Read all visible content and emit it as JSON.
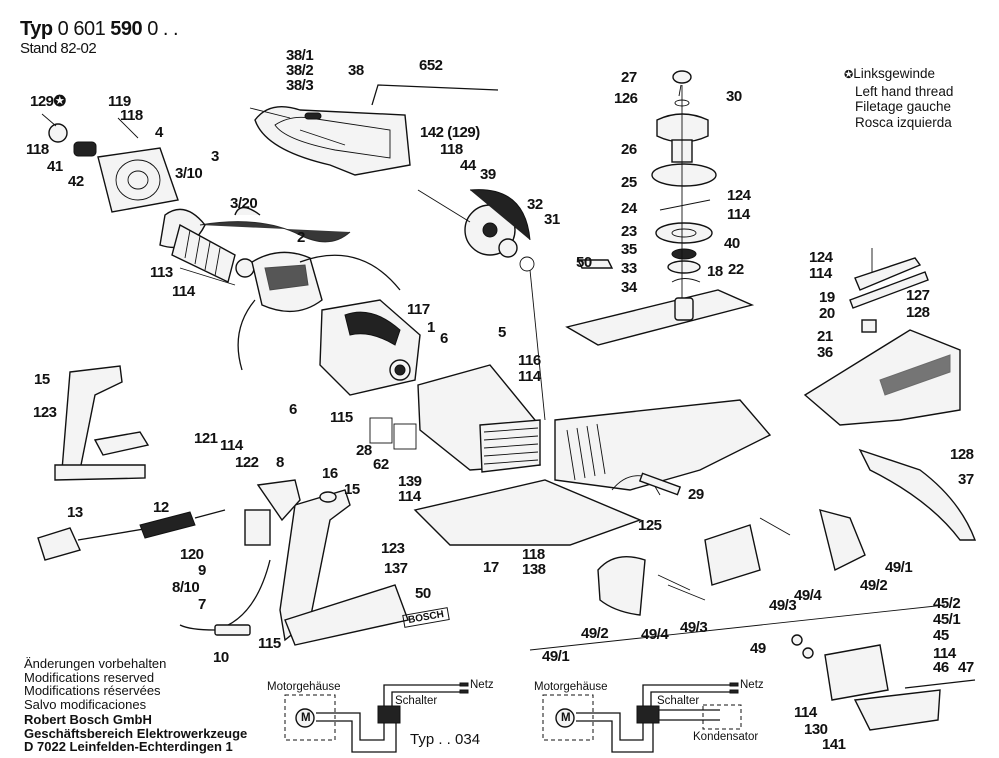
{
  "header": {
    "typ_label": "Typ",
    "typ_number_prefix": "0 601",
    "typ_number_bold": "590",
    "typ_number_suffix": "0 . .",
    "stand": "Stand 82-02"
  },
  "legend": {
    "symbol": "✪",
    "lines": [
      "Linksgewinde",
      "Left hand thread",
      "Filetage gauche",
      "Rosca izquierda"
    ]
  },
  "footer": {
    "disclaimer": [
      "Änderungen vorbehalten",
      "Modifications reserved",
      "Modifications réservées",
      "Salvo modificaciones"
    ],
    "company": [
      "Robert Bosch GmbH",
      "Geschäftsbereich Elektrowerkzeuge",
      "D 7022 Leinfelden-Echterdingen 1"
    ]
  },
  "wiring": [
    {
      "housing": "Motorgehäuse",
      "motor": "M",
      "switch": "Schalter",
      "mains": "Netz",
      "type_label": "Typ . . 034"
    },
    {
      "housing": "Motorgehäuse",
      "motor": "M",
      "switch": "Schalter",
      "mains": "Netz",
      "capacitor": "Kondensator"
    }
  ],
  "nameplate": "BOSCH",
  "parts": [
    {
      "id": "l-129",
      "text": "129✪"
    },
    {
      "id": "l-119",
      "text": "119"
    },
    {
      "id": "l-118a",
      "text": "118"
    },
    {
      "id": "l-4",
      "text": "4"
    },
    {
      "id": "l-118b",
      "text": "118"
    },
    {
      "id": "l-41",
      "text": "41"
    },
    {
      "id": "l-42",
      "text": "42"
    },
    {
      "id": "l-3",
      "text": "3"
    },
    {
      "id": "l-3-10",
      "text": "3/10"
    },
    {
      "id": "l-3-20",
      "text": "3/20"
    },
    {
      "id": "l-2",
      "text": "2"
    },
    {
      "id": "l-113",
      "text": "113"
    },
    {
      "id": "l-114a",
      "text": "114"
    },
    {
      "id": "l-38-1",
      "text": "38/1"
    },
    {
      "id": "l-38-2",
      "text": "38/2"
    },
    {
      "id": "l-38-3",
      "text": "38/3"
    },
    {
      "id": "l-38",
      "text": "38"
    },
    {
      "id": "l-652",
      "text": "652"
    },
    {
      "id": "l-142",
      "text": "142 (129)"
    },
    {
      "id": "l-118c",
      "text": "118"
    },
    {
      "id": "l-44",
      "text": "44"
    },
    {
      "id": "l-39",
      "text": "39"
    },
    {
      "id": "l-32",
      "text": "32"
    },
    {
      "id": "l-31",
      "text": "31"
    },
    {
      "id": "l-27",
      "text": "27"
    },
    {
      "id": "l-126",
      "text": "126"
    },
    {
      "id": "l-30",
      "text": "30"
    },
    {
      "id": "l-26",
      "text": "26"
    },
    {
      "id": "l-25",
      "text": "25"
    },
    {
      "id": "l-24",
      "text": "24"
    },
    {
      "id": "l-124a",
      "text": "124"
    },
    {
      "id": "l-114b",
      "text": "114"
    },
    {
      "id": "l-23",
      "text": "23"
    },
    {
      "id": "l-35",
      "text": "35"
    },
    {
      "id": "l-40",
      "text": "40"
    },
    {
      "id": "l-33",
      "text": "33"
    },
    {
      "id": "l-34",
      "text": "34"
    },
    {
      "id": "l-50a",
      "text": "50"
    },
    {
      "id": "l-18",
      "text": "18"
    },
    {
      "id": "l-22",
      "text": "22"
    },
    {
      "id": "l-124b",
      "text": "124"
    },
    {
      "id": "l-114c",
      "text": "114"
    },
    {
      "id": "l-19",
      "text": "19"
    },
    {
      "id": "l-20",
      "text": "20"
    },
    {
      "id": "l-127",
      "text": "127"
    },
    {
      "id": "l-128a",
      "text": "128"
    },
    {
      "id": "l-21",
      "text": "21"
    },
    {
      "id": "l-36",
      "text": "36"
    },
    {
      "id": "l-128b",
      "text": "128"
    },
    {
      "id": "l-37",
      "text": "37"
    },
    {
      "id": "l-117",
      "text": "117"
    },
    {
      "id": "l-1",
      "text": "1"
    },
    {
      "id": "l-6a",
      "text": "6"
    },
    {
      "id": "l-5",
      "text": "5"
    },
    {
      "id": "l-6b",
      "text": "6"
    },
    {
      "id": "l-115a",
      "text": "115"
    },
    {
      "id": "l-116",
      "text": "116"
    },
    {
      "id": "l-114d",
      "text": "114"
    },
    {
      "id": "l-28",
      "text": "28"
    },
    {
      "id": "l-62",
      "text": "62"
    },
    {
      "id": "l-15a",
      "text": "15"
    },
    {
      "id": "l-123a",
      "text": "123"
    },
    {
      "id": "l-121",
      "text": "121"
    },
    {
      "id": "l-114e",
      "text": "114"
    },
    {
      "id": "l-122",
      "text": "122"
    },
    {
      "id": "l-8",
      "text": "8"
    },
    {
      "id": "l-16",
      "text": "16"
    },
    {
      "id": "l-15b",
      "text": "15"
    },
    {
      "id": "l-139",
      "text": "139"
    },
    {
      "id": "l-114f",
      "text": "114"
    },
    {
      "id": "l-29",
      "text": "29"
    },
    {
      "id": "l-13",
      "text": "13"
    },
    {
      "id": "l-12",
      "text": "12"
    },
    {
      "id": "l-120",
      "text": "120"
    },
    {
      "id": "l-9",
      "text": "9"
    },
    {
      "id": "l-8-10",
      "text": "8/10"
    },
    {
      "id": "l-7",
      "text": "7"
    },
    {
      "id": "l-123b",
      "text": "123"
    },
    {
      "id": "l-137",
      "text": "137"
    },
    {
      "id": "l-50b",
      "text": "50"
    },
    {
      "id": "l-10",
      "text": "10"
    },
    {
      "id": "l-115b",
      "text": "115"
    },
    {
      "id": "l-17",
      "text": "17"
    },
    {
      "id": "l-125",
      "text": "125"
    },
    {
      "id": "l-118d",
      "text": "118"
    },
    {
      "id": "l-138",
      "text": "138"
    },
    {
      "id": "l-49-1a",
      "text": "49/1"
    },
    {
      "id": "l-49-2a",
      "text": "49/2"
    },
    {
      "id": "l-49-4a",
      "text": "49/4"
    },
    {
      "id": "l-49-3a",
      "text": "49/3"
    },
    {
      "id": "l-49a",
      "text": "49"
    },
    {
      "id": "l-49-3b",
      "text": "49/3"
    },
    {
      "id": "l-49-4b",
      "text": "49/4"
    },
    {
      "id": "l-49-2b",
      "text": "49/2"
    },
    {
      "id": "l-49-1b",
      "text": "49/1"
    },
    {
      "id": "l-45-2",
      "text": "45/2"
    },
    {
      "id": "l-45-1",
      "text": "45/1"
    },
    {
      "id": "l-45",
      "text": "45"
    },
    {
      "id": "l-114g",
      "text": "114"
    },
    {
      "id": "l-46",
      "text": "46"
    },
    {
      "id": "l-47",
      "text": "47"
    },
    {
      "id": "l-114h",
      "text": "114"
    },
    {
      "id": "l-130",
      "text": "130"
    },
    {
      "id": "l-141",
      "text": "141"
    }
  ]
}
